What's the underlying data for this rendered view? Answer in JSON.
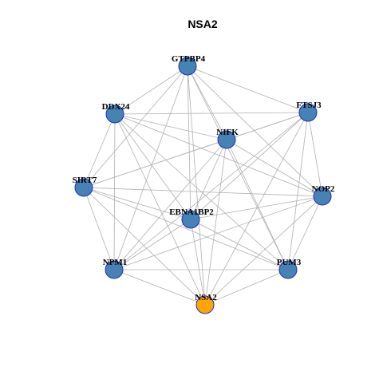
{
  "title": "NSA2",
  "colors": {
    "node_default": "#4682b4",
    "node_focus": "#ffa500",
    "node_border": "#1f2fb8",
    "edge": "#b0b0b0"
  },
  "nodes": [
    {
      "id": "GTPBP4",
      "label": "GTPBP4",
      "focus": false
    },
    {
      "id": "DDX24",
      "label": "DDX24",
      "focus": false
    },
    {
      "id": "FTSJ3",
      "label": "FTSJ3",
      "focus": false
    },
    {
      "id": "NIFK",
      "label": "NIFK",
      "focus": false
    },
    {
      "id": "SIRT7",
      "label": "SIRT7",
      "focus": false
    },
    {
      "id": "NOP2",
      "label": "NOP2",
      "focus": false
    },
    {
      "id": "EBNA1BP2",
      "label": "EBNA1BP2",
      "focus": false
    },
    {
      "id": "NPM1",
      "label": "NPM1",
      "focus": false
    },
    {
      "id": "PUM3",
      "label": "PUM3",
      "focus": false
    },
    {
      "id": "NSA2",
      "label": "NSA2",
      "focus": true
    }
  ],
  "edges": [
    [
      "GTPBP4",
      "DDX24"
    ],
    [
      "GTPBP4",
      "SIRT7"
    ],
    [
      "GTPBP4",
      "NIFK"
    ],
    [
      "GTPBP4",
      "FTSJ3"
    ],
    [
      "GTPBP4",
      "NOP2"
    ],
    [
      "GTPBP4",
      "EBNA1BP2"
    ],
    [
      "GTPBP4",
      "PUM3"
    ],
    [
      "GTPBP4",
      "NSA2"
    ],
    [
      "GTPBP4",
      "NPM1"
    ],
    [
      "DDX24",
      "FTSJ3"
    ],
    [
      "DDX24",
      "NIFK"
    ],
    [
      "DDX24",
      "SIRT7"
    ],
    [
      "DDX24",
      "NOP2"
    ],
    [
      "DDX24",
      "EBNA1BP2"
    ],
    [
      "DDX24",
      "NPM1"
    ],
    [
      "DDX24",
      "PUM3"
    ],
    [
      "DDX24",
      "NSA2"
    ],
    [
      "FTSJ3",
      "NIFK"
    ],
    [
      "FTSJ3",
      "NOP2"
    ],
    [
      "FTSJ3",
      "EBNA1BP2"
    ],
    [
      "FTSJ3",
      "PUM3"
    ],
    [
      "FTSJ3",
      "NSA2"
    ],
    [
      "FTSJ3",
      "NPM1"
    ],
    [
      "FTSJ3",
      "SIRT7"
    ],
    [
      "NIFK",
      "SIRT7"
    ],
    [
      "NIFK",
      "EBNA1BP2"
    ],
    [
      "NIFK",
      "NOP2"
    ],
    [
      "NIFK",
      "PUM3"
    ],
    [
      "NIFK",
      "NSA2"
    ],
    [
      "NIFK",
      "NPM1"
    ],
    [
      "SIRT7",
      "NOP2"
    ],
    [
      "SIRT7",
      "EBNA1BP2"
    ],
    [
      "SIRT7",
      "NPM1"
    ],
    [
      "SIRT7",
      "NSA2"
    ],
    [
      "SIRT7",
      "PUM3"
    ],
    [
      "NOP2",
      "EBNA1BP2"
    ],
    [
      "NOP2",
      "NPM1"
    ],
    [
      "NOP2",
      "PUM3"
    ],
    [
      "NOP2",
      "NSA2"
    ],
    [
      "EBNA1BP2",
      "NPM1"
    ],
    [
      "EBNA1BP2",
      "PUM3"
    ],
    [
      "EBNA1BP2",
      "NSA2"
    ],
    [
      "NPM1",
      "PUM3"
    ],
    [
      "NPM1",
      "NSA2"
    ],
    [
      "PUM3",
      "NSA2"
    ]
  ]
}
